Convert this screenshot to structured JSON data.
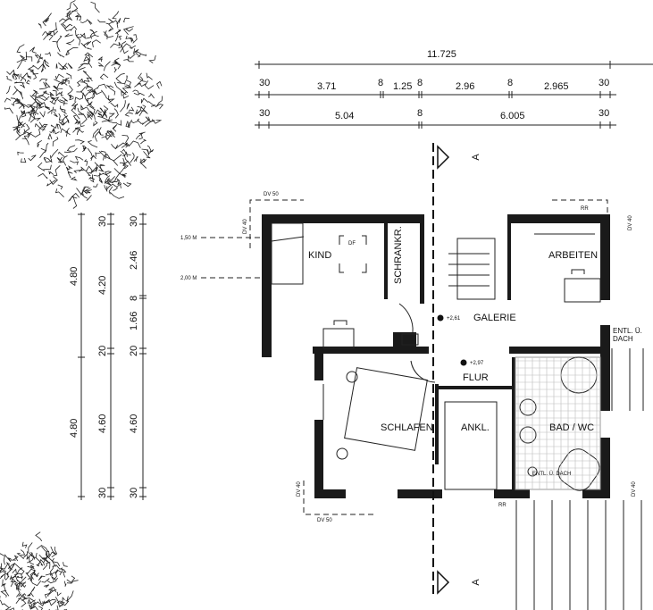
{
  "dimensions_top": {
    "overall": "11.725",
    "row1": [
      "30",
      "3.71",
      "8",
      "1.25",
      "8",
      "2.96",
      "8",
      "2.965",
      "30"
    ],
    "row2": [
      "30",
      "5.04",
      "8",
      "6.005",
      "30"
    ]
  },
  "dimensions_left": {
    "col1": [
      "4.80",
      "4.80"
    ],
    "col2": [
      "30",
      "4.20",
      "20",
      "4.60",
      "30"
    ],
    "col3": [
      "30",
      "2.46",
      "8",
      "1.66",
      "20",
      "4.60",
      "30"
    ]
  },
  "height_markers": [
    "1,50 M",
    "2,00 M"
  ],
  "rooms": {
    "kind": "KIND",
    "schrank": "SCHRANKR.",
    "arbeiten": "ARBEITEN",
    "galerie": "GALERIE",
    "flur": "FLUR",
    "schlafen": "SCHLAFEN",
    "ankl": "ANKL.",
    "bad": "BAD / WC"
  },
  "levels": {
    "galerie": "+2,61",
    "flur": "+2,97"
  },
  "annotations": {
    "dv50_top": "DV 50",
    "dv50_bottom": "DV 50",
    "dv40_left_top": "DV 40",
    "dv40_left_bottom": "DV 40",
    "dv40_right_top": "DV 40",
    "dv40_right_bottom": "DV 40",
    "rr_top": "RR",
    "rr_bottom": "RR",
    "df": "DF",
    "entl_dach_1": "ENTL. Ü. DACH",
    "entl_dach_2": "ENTL. Ü. DACH"
  },
  "section": {
    "label_top": "A",
    "label_bottom": "A"
  }
}
